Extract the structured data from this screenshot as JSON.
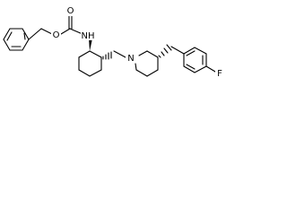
{
  "diagram": {
    "type": "chemical-structure",
    "atom_labels": {
      "carbonyl_oxygen": "O",
      "ester_oxygen": "O",
      "amide_nitrogen": "NH",
      "ring_nitrogen": "N",
      "fluorine": "F"
    },
    "colors": {
      "bonds": "#000000",
      "labels": "#000000",
      "background": "#ffffff"
    }
  }
}
